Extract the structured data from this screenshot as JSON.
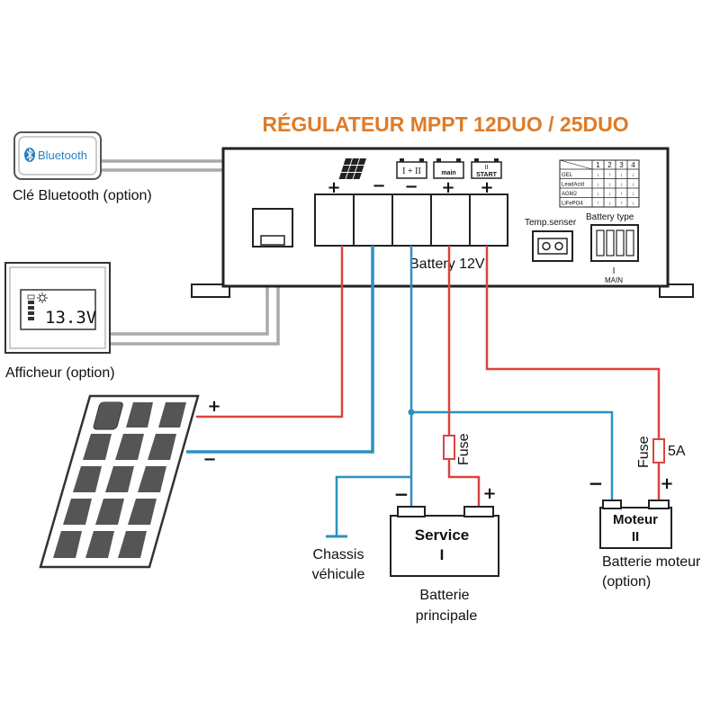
{
  "title": "RÉGULATEUR MPPT 12DUO / 25DUO",
  "colors": {
    "title": "#e07b27",
    "positive_wire": "#d9443f",
    "negative_wire": "#2d8fc1",
    "ground_wire": "#2d8fc1",
    "cable": "#aaaaaa",
    "bluetooth_text": "#2a7fc0"
  },
  "bluetooth": {
    "logo_text": "Bluetooth",
    "caption": "Clé Bluetooth (option)"
  },
  "display": {
    "reading": "13.3V",
    "caption": "Afficheur (option)"
  },
  "regulator": {
    "terminals": {
      "solar_plus": "+",
      "solar_minus": "−",
      "negative": "−",
      "main_plus": "+",
      "start_plus": "+",
      "icon_1_2": "I + II",
      "icon_main": "main",
      "icon_start_roman": "II",
      "icon_start": "START"
    },
    "battery_label": "Battery 12V",
    "temp_sensor_label": "Temp.senser",
    "battery_type_label": "Battery type",
    "switch_label_roman": "I",
    "switch_label": "MAIN",
    "battery_type_table": {
      "columns": [
        "1",
        "2",
        "3",
        "4"
      ],
      "rows": [
        {
          "type": "GEL",
          "states": [
            "↓",
            "↑",
            "↓",
            "↓"
          ]
        },
        {
          "type": "LeadAcid",
          "states": [
            "↓",
            "↓",
            "↓",
            "↓"
          ]
        },
        {
          "type": "AGM2",
          "states": [
            "↓",
            "↓",
            "↑",
            "↓"
          ]
        },
        {
          "type": "LiFePO4",
          "states": [
            "↑",
            "↓",
            "↑",
            "↓"
          ]
        }
      ]
    }
  },
  "solar_panel": {
    "plus": "+",
    "minus": "−"
  },
  "service_battery": {
    "name": "Service",
    "roman": "I",
    "minus": "−",
    "plus": "+",
    "caption_line1": "Batterie",
    "caption_line2": "principale"
  },
  "engine_battery": {
    "name": "Moteur",
    "roman": "II",
    "minus": "−",
    "plus": "+",
    "caption_line1": "Batterie moteur",
    "caption_line2": "(option)"
  },
  "fuse_service_label": "Fuse",
  "fuse_engine_label": "Fuse",
  "fuse_engine_rating": "5A",
  "chassis": {
    "line1": "Chassis",
    "line2": "véhicule"
  }
}
